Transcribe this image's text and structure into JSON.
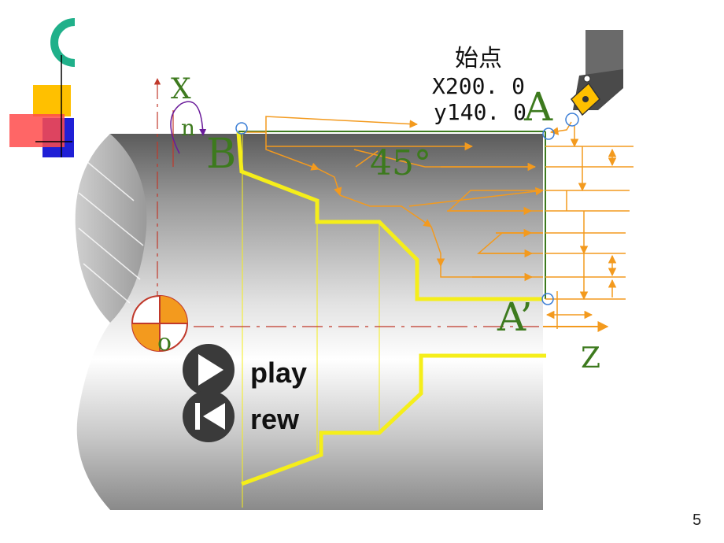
{
  "start_point": {
    "title": "始点",
    "x_coord": "X200. 0",
    "y_coord": "y140. 0"
  },
  "labels": {
    "axis_x": "X",
    "axis_z": "Z",
    "spindle": "n",
    "point_b": "B",
    "point_a": "A",
    "point_a_prime": "A’",
    "origin": "o",
    "angle": "45°"
  },
  "controls": {
    "play_label": "play",
    "rew_label": "rew"
  },
  "page_number": "5",
  "colors": {
    "path": "#f39a1e",
    "profile": "#f5ee1a",
    "label_green": "#3d7a1e",
    "axis": "#c0392b",
    "control_dark": "#3a3a3a"
  }
}
